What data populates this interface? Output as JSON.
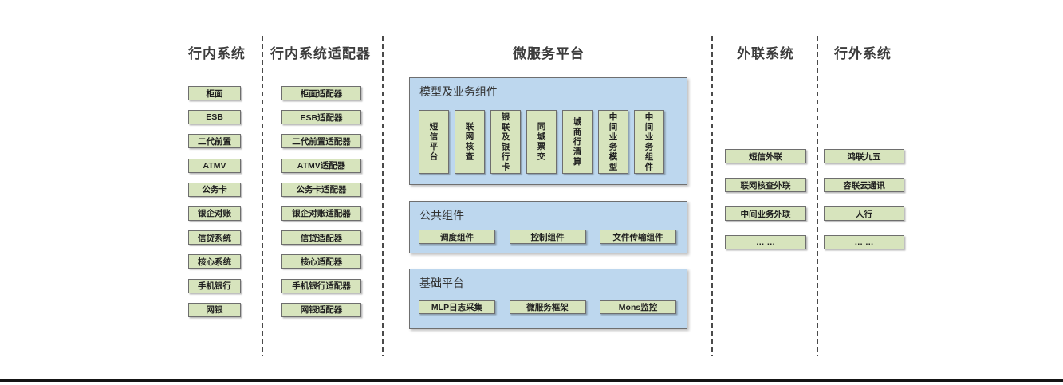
{
  "diagram": {
    "columns": [
      {
        "title": "行内系统",
        "items": [
          "柜面",
          "ESB",
          "二代前置",
          "ATMV",
          "公务卡",
          "银企对账",
          "信贷系统",
          "核心系统",
          "手机银行",
          "网银"
        ]
      },
      {
        "title": "行内系统适配器",
        "items": [
          "柜面适配器",
          "ESB适配器",
          "二代前置适配器",
          "ATMV适配器",
          "公务卡适配器",
          "银企对账适配器",
          "信贷适配器",
          "核心适配器",
          "手机银行适配器",
          "网银适配器"
        ]
      },
      {
        "title": "微服务平台",
        "groups": [
          {
            "label": "模型及业务组件",
            "items": [
              "短信平台",
              "联网核查",
              "银联及银行卡",
              "同城票交",
              "城商行清算",
              "中间业务模型",
              "中间业务组件"
            ]
          },
          {
            "label": "公共组件",
            "items": [
              "调度组件",
              "控制组件",
              "文件传输组件"
            ]
          },
          {
            "label": "基础平台",
            "items": [
              "MLP日志采集",
              "微服务框架",
              "Mons监控"
            ]
          }
        ]
      },
      {
        "title": "外联系统",
        "items": [
          "短信外联",
          "联网核查外联",
          "中间业务外联",
          "… …"
        ]
      },
      {
        "title": "行外系统",
        "items": [
          "鸿联九五",
          "容联云通讯",
          "人行",
          "… …"
        ]
      }
    ],
    "colors": {
      "box_fill": "#d7e4bd",
      "box_border": "#6e6e6e",
      "panel_fill": "#bdd7ee",
      "panel_border": "#6f6f6f",
      "divider": "#4a4a4a",
      "baseline": "#151515"
    }
  }
}
